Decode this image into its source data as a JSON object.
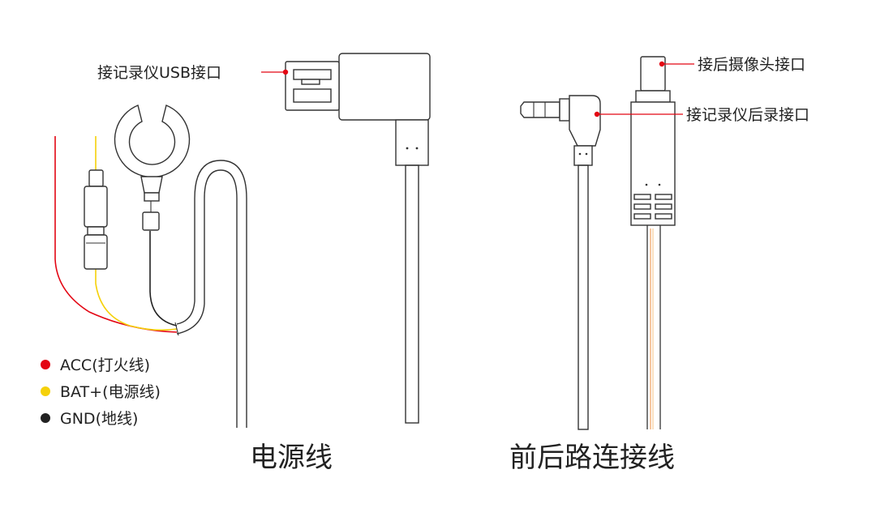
{
  "colors": {
    "acc": "#e30613",
    "bat": "#f5d10a",
    "gnd": "#222222",
    "outline": "#333333",
    "label_line": "#e30613"
  },
  "power_cable": {
    "usb_label": "接记录仪USB接口",
    "caption": "电源线",
    "legend": [
      {
        "color_key": "acc",
        "label": "ACC(打火线)"
      },
      {
        "color_key": "bat",
        "label": "BAT+(电源线)"
      },
      {
        "color_key": "gnd",
        "label": "GND(地线)"
      }
    ]
  },
  "rear_cable": {
    "rear_camera_label": "接后摄像头接口",
    "recorder_rear_label": "接记录仪后录接口",
    "caption": "前后路连接线"
  }
}
